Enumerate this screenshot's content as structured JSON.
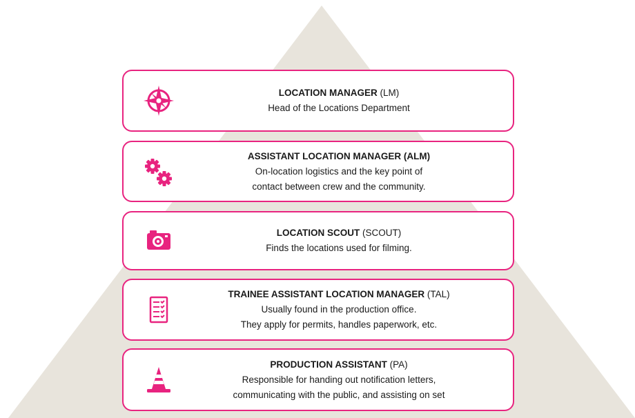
{
  "colors": {
    "accent": "#e8237f",
    "pyramid": "#e8e4dc",
    "text": "#1a1a1a"
  },
  "roles": [
    {
      "icon": "compass-icon",
      "title": "LOCATION MANAGER",
      "abbr": "(LM)",
      "lines": [
        "Head of the  Locations Department"
      ]
    },
    {
      "icon": "gears-icon",
      "title": "ASSISTANT LOCATION MANAGER (ALM)",
      "abbr": "",
      "lines": [
        "On-location logistics and the key point of",
        "contact between crew and the community."
      ]
    },
    {
      "icon": "camera-icon",
      "title": "LOCATION SCOUT",
      "abbr": "(SCOUT)",
      "lines": [
        "Finds the locations used for filming."
      ]
    },
    {
      "icon": "checklist-icon",
      "title": "TRAINEE ASSISTANT LOCATION MANAGER",
      "abbr": "(TAL)",
      "lines": [
        "Usually found in the production office.",
        "They apply for permits, handles paperwork, etc."
      ]
    },
    {
      "icon": "traffic-cone-icon",
      "title": "PRODUCTION ASSISTANT",
      "abbr": "(PA)",
      "lines": [
        "Responsible for handing out notification letters,",
        "communicating with the public, and assisting on set"
      ]
    }
  ]
}
